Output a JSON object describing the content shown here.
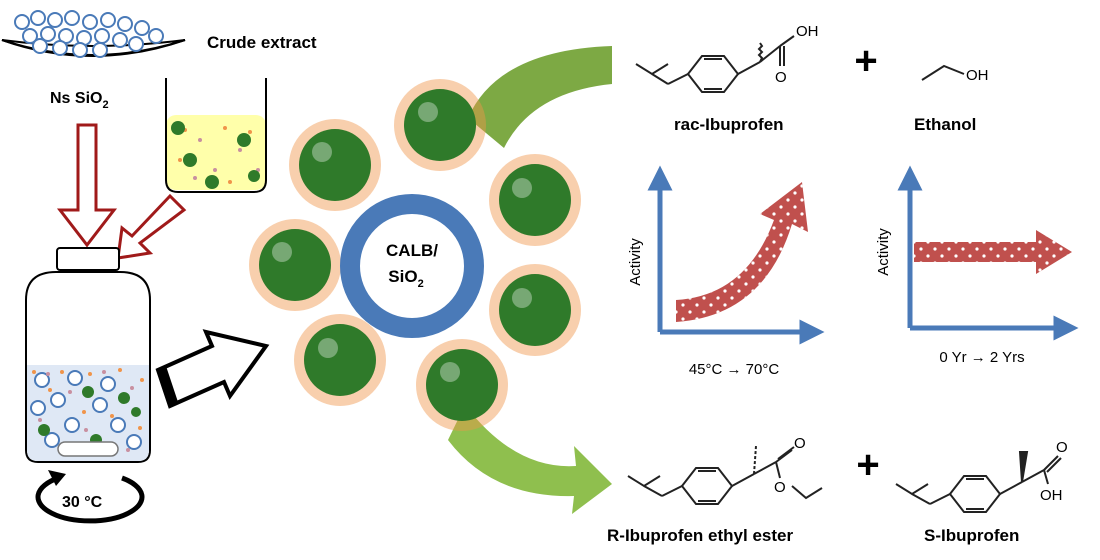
{
  "labels": {
    "crude_extract": "Crude extract",
    "ns_sio2_main": "Ns SiO",
    "ns_sio2_sub": "2",
    "core_line1": "CALB/",
    "core_line2_main": "SiO",
    "core_line2_sub": "2",
    "temperature": "30 °C",
    "rac_ibuprofen": "rac-Ibuprofen",
    "ethanol": "Ethanol",
    "r_ester": "R-Ibuprofen ethyl ester",
    "s_ibuprofen": "S-Ibuprofen",
    "plus": "+",
    "oh": "OH",
    "o": "O"
  },
  "charts": [
    {
      "ylabel": "Activity",
      "xlabel": "45°C → 70°C",
      "trend": "increasing"
    },
    {
      "ylabel": "Activity",
      "xlabel": "0 Yr → 2 Yrs",
      "trend": "constant"
    }
  ],
  "colors": {
    "silica_blue": "#4a7ab8",
    "enzyme_green": "#2f7a2a",
    "arrow_green": "#7da944",
    "arrow_red": "#c0504d",
    "outline_red": "#a01a1a",
    "dot_orange": "#f0944a",
    "dot_pink": "#c890a0",
    "liquid_yellow": "#ffffaa",
    "liquid_blue": "#dfe8f5"
  }
}
